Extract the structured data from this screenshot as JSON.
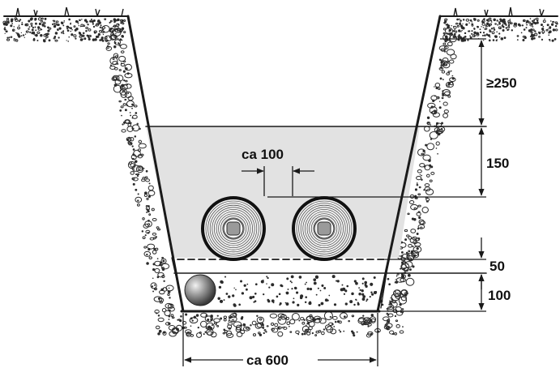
{
  "labels": {
    "top_cover": "≥250",
    "sand_layer": "150",
    "pipe_gap": "ca 100",
    "bedding_gap": "50",
    "gravel_layer": "100",
    "trench_width": "ca 600"
  },
  "colors": {
    "line": "#1a1a1a",
    "sand_fill": "#e2e2e2",
    "soil_dots": "#2a2a2a",
    "background": "#ffffff"
  },
  "icons": {
    "pipe_coil": "coiled-pipe-icon",
    "drain_pipe": "drain-pipe-icon"
  }
}
